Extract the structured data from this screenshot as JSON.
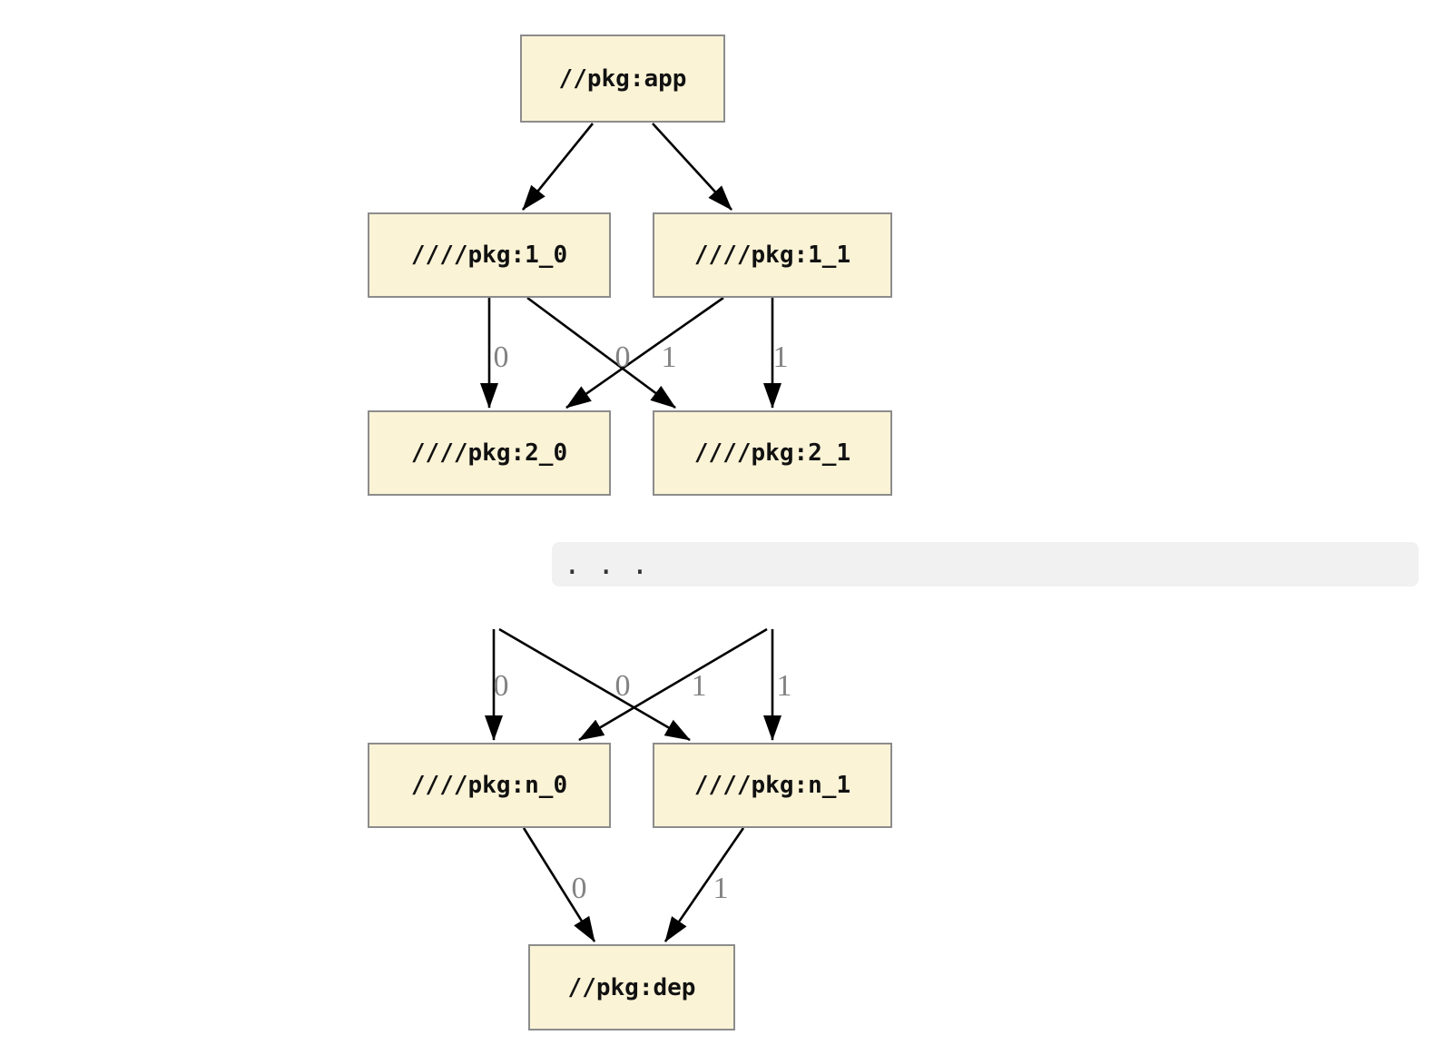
{
  "figure": {
    "type": "dependency-graph",
    "title": ""
  },
  "nodes": {
    "app": "//pkg:app",
    "level1_0": "////pkg:1_0",
    "level1_1": "////pkg:1_1",
    "level2_0": "////pkg:2_0",
    "level2_1": "////pkg:2_1",
    "leveln_0": "////pkg:n_0",
    "leveln_1": "////pkg:n_1",
    "dep": "//pkg:dep"
  },
  "edges": [
    {
      "from": "//pkg:app",
      "to": "////pkg:1_0",
      "label": ""
    },
    {
      "from": "//pkg:app",
      "to": "////pkg:1_1",
      "label": ""
    },
    {
      "from": "////pkg:1_0",
      "to": "////pkg:2_0",
      "label": "0"
    },
    {
      "from": "////pkg:1_0",
      "to": "////pkg:2_1",
      "label": "1"
    },
    {
      "from": "////pkg:1_1",
      "to": "////pkg:2_0",
      "label": "0"
    },
    {
      "from": "////pkg:1_1",
      "to": "////pkg:2_1",
      "label": "1"
    },
    {
      "from": "",
      "to": "////pkg:n_0",
      "label": "0"
    },
    {
      "from": "",
      "to": "////pkg:n_1",
      "label": "1"
    },
    {
      "from": "",
      "to": "////pkg:n_0",
      "label": "0"
    },
    {
      "from": "",
      "to": "////pkg:n_1",
      "label": "1"
    },
    {
      "from": "////pkg:n_0",
      "to": "//pkg:dep",
      "label": "0"
    },
    {
      "from": "////pkg:n_1",
      "to": "//pkg:dep",
      "label": "1"
    }
  ],
  "ellipsis": ". . .",
  "colors": {
    "node_fill": "#fbf3d6",
    "node_border": "#8c8c8c",
    "edge": "#000000",
    "edge_label": "#828282",
    "code_block_bg": "#f1f1f1"
  }
}
